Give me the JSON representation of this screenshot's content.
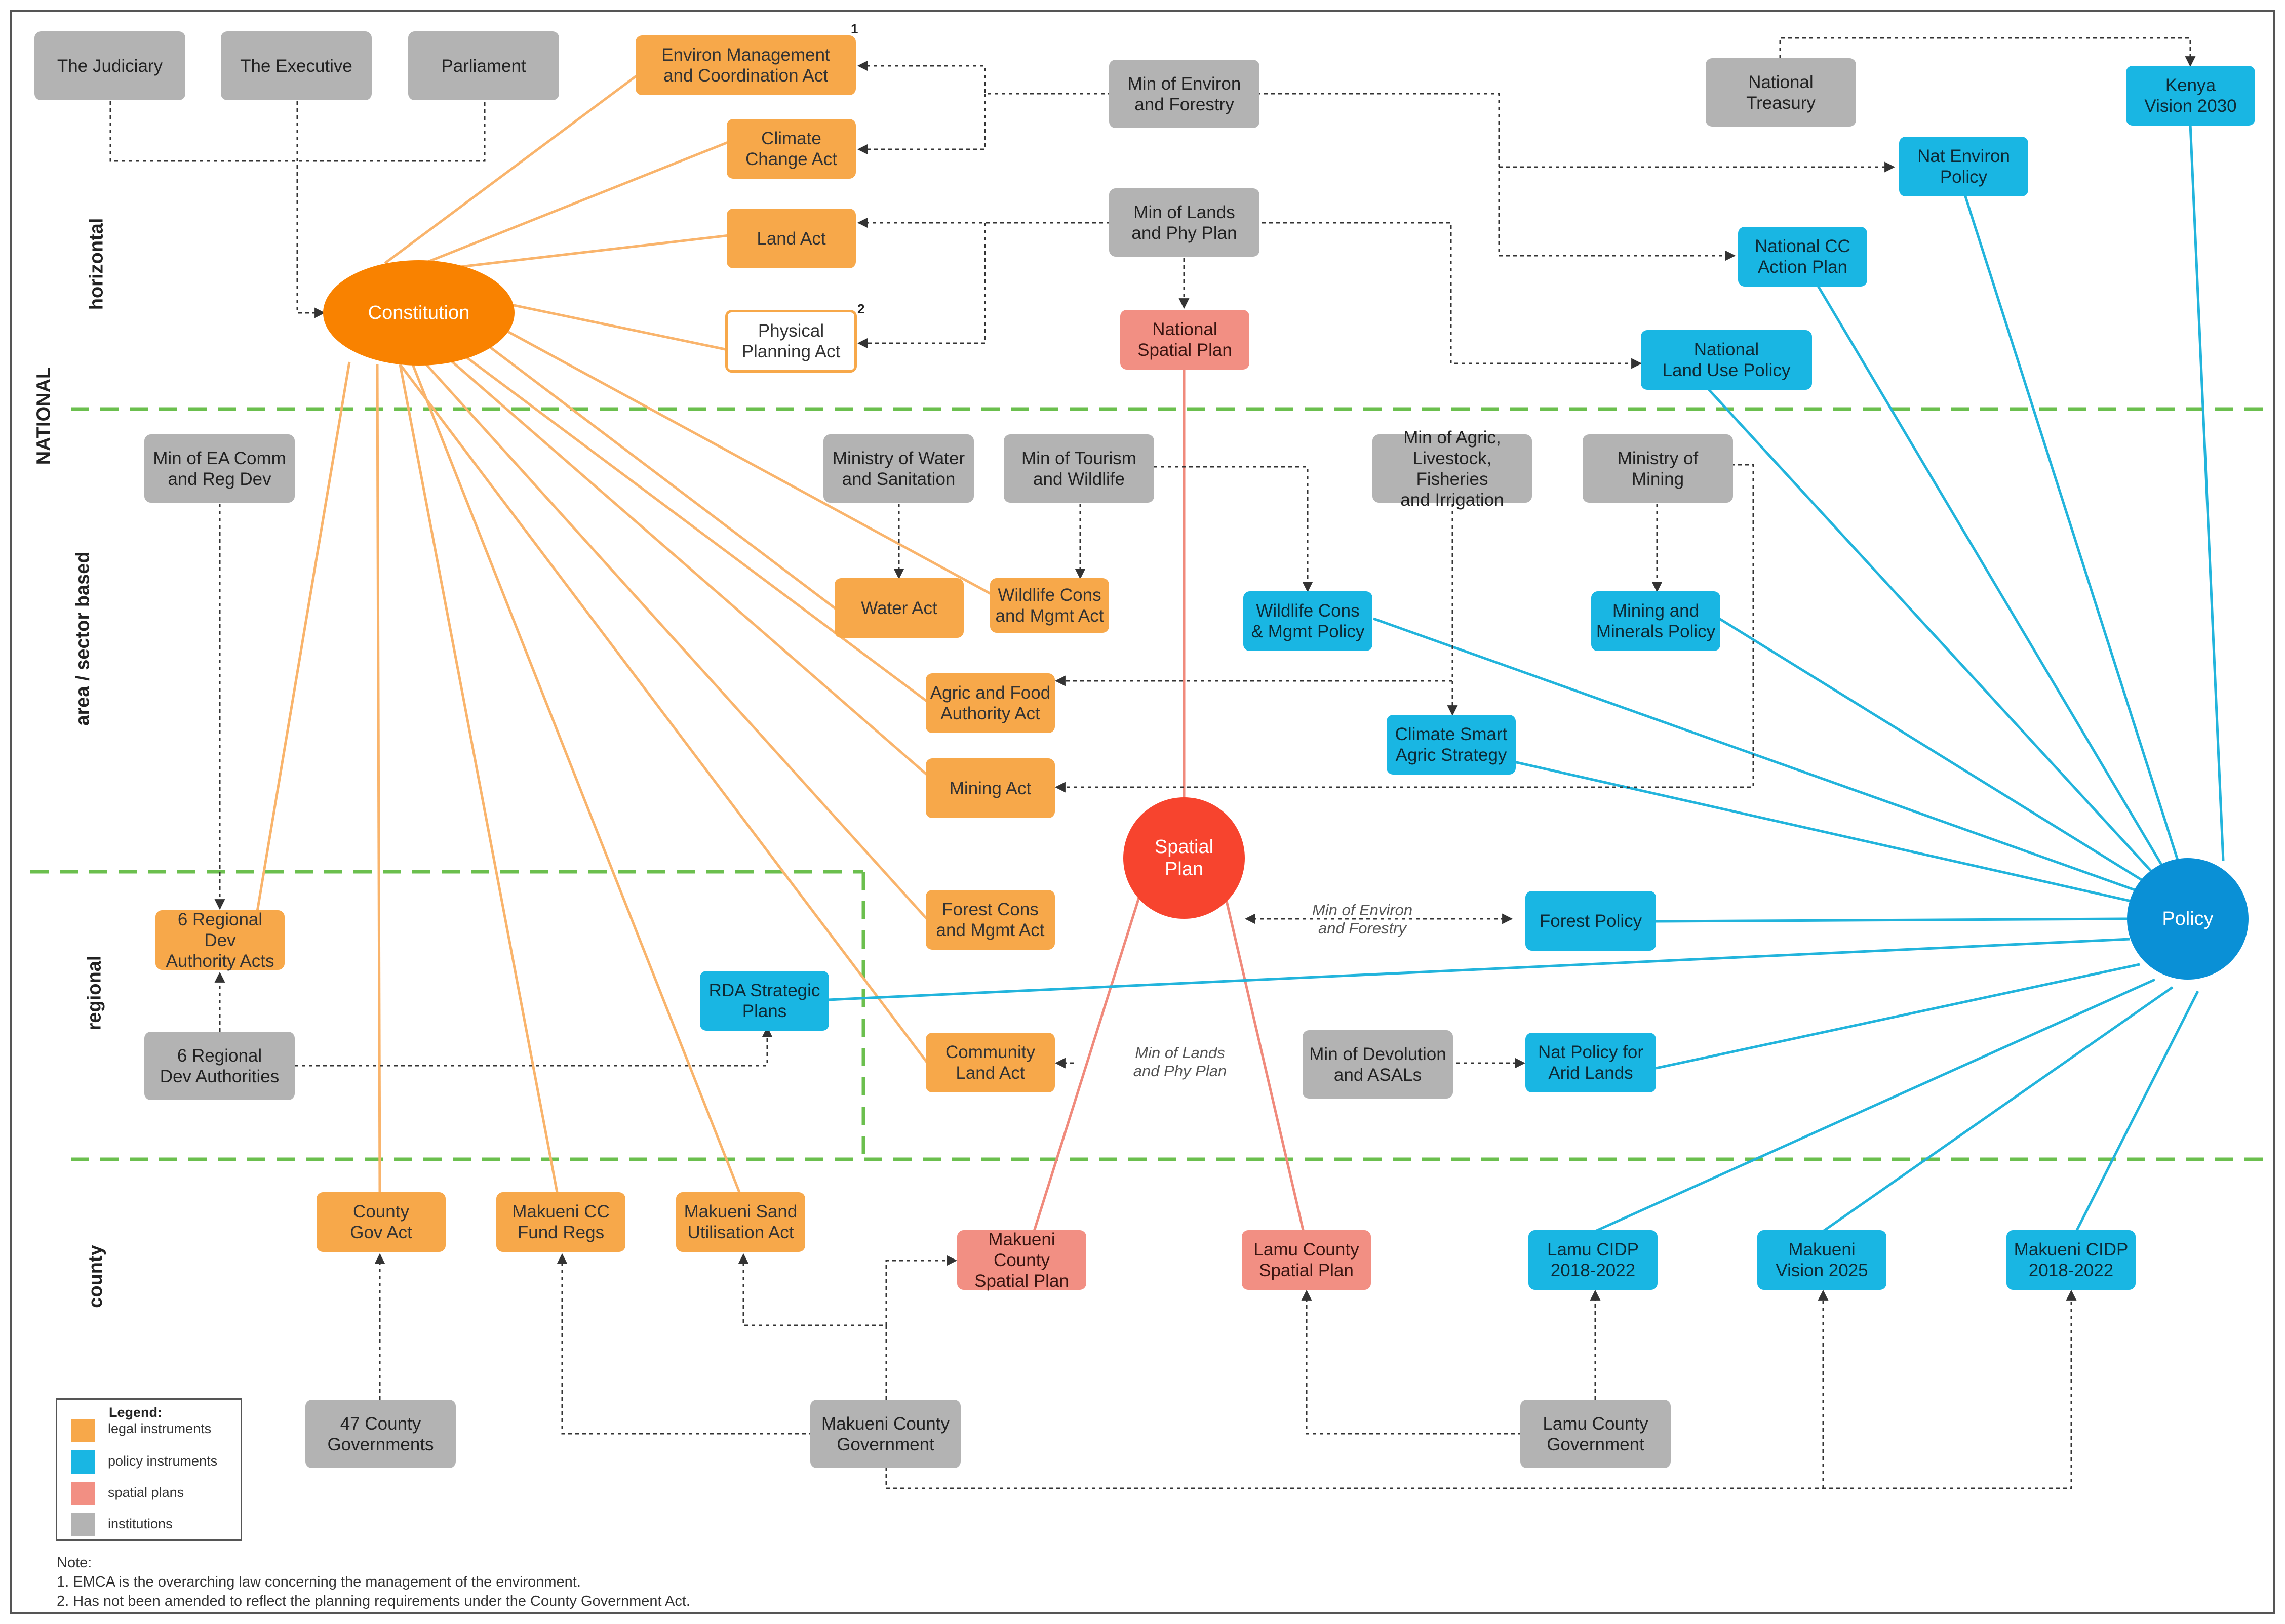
{
  "colors": {
    "institution": "#b3b3b3",
    "legal": "#f7a84a",
    "policy": "#19b6e3",
    "spatial": "#f28f83",
    "constitution": "#f98200",
    "spatial_hub": "#f7442e",
    "policy_hub": "#0a90d6",
    "divider": "#6bbf4e",
    "connector_legal": "#f9b46c",
    "connector_policy": "#22b4dc",
    "connector_spatial": "#f08a7c"
  },
  "bands": {
    "national": "NATIONAL",
    "horizontal": "horizontal",
    "sector": "area / sector based",
    "regional": "regional",
    "county": "county"
  },
  "nodes": {
    "judiciary": "The Judiciary",
    "executive": "The Executive",
    "parliament": "Parliament",
    "emca": "Environ Management\nand Coordination Act",
    "cca": "Climate\nChange Act",
    "land_act": "Land Act",
    "ppa": "Physical\nPlanning Act",
    "constitution": "Constitution",
    "min_env": "Min of Environ\nand Forestry",
    "min_lands": "Min of Lands\nand Phy Plan",
    "nat_spatial": "National\nSpatial Plan",
    "treasury": "National\nTreasury",
    "vision2030": "Kenya\nVision 2030",
    "nat_env_policy": "Nat Environ\nPolicy",
    "nccap": "National  CC\nAction Plan",
    "nlup": "National\nLand Use Policy",
    "min_ea": "Min of EA Comm\nand Reg Dev",
    "min_water": "Ministry of Water\nand Sanitation",
    "min_tourism": "Min of Tourism\nand Wildlife",
    "min_agric": "Min of Agric,\nLivestock, Fisheries\nand Irrigation",
    "min_mining": "Ministry of\nMining",
    "water_act": "Water Act",
    "wildlife_act": "Wildlife Cons\nand Mgmt Act",
    "wildlife_policy": "Wildlife Cons\n& Mgmt Policy",
    "mining_policy": "Mining and\nMinerals Policy",
    "afa_act": "Agric and Food\nAuthority Act",
    "csa": "Climate Smart\nAgric Strategy",
    "mining_act": "Mining Act",
    "spatial_hub": "Spatial\nPlan",
    "rda_acts": "6 Regional Dev\nAuthority Acts",
    "forest_act": "Forest Cons\nand Mgmt Act",
    "forest_policy": "Forest Policy",
    "policy_hub": "Policy",
    "rda_plans": "RDA Strategic\nPlans",
    "rda": "6 Regional\nDev Authorities",
    "community_act": "Community\nLand Act",
    "min_devolution": "Min of Devolution\nand ASALs",
    "arid_policy": "Nat Policy for\nArid Lands",
    "county_act": "County\nGov Act",
    "makueni_cc": "Makueni CC\nFund Regs",
    "makueni_sand": "Makueni Sand\nUtilisation Act",
    "makueni_spatial": "Makueni County\nSpatial Plan",
    "lamu_spatial": "Lamu County\nSpatial Plan",
    "lamu_cidp": "Lamu CIDP\n2018-2022",
    "makueni_vision": "Makueni\nVision 2025",
    "makueni_cidp": "Makueni CIDP\n2018-2022",
    "county_govs": "47 County\nGovernments",
    "makueni_gov": "Makueni County\nGovernment",
    "lamu_gov": "Lamu County\nGovernment"
  },
  "superscripts": {
    "emca": "1",
    "ppa": "2"
  },
  "edge_labels": {
    "forest": "Min of Environ\nand Forestry",
    "community": "Min of Lands\nand Phy Plan"
  },
  "legend": {
    "title": "Legend:",
    "items": [
      "legal instruments",
      "policy instruments",
      "spatial plans",
      "institutions"
    ]
  },
  "notes": {
    "heading": "Note:",
    "items": [
      "1. EMCA is the overarching law concerning the management of the environment.",
      "2. Has not been amended to reflect the planning requirements under the County Government Act."
    ]
  }
}
